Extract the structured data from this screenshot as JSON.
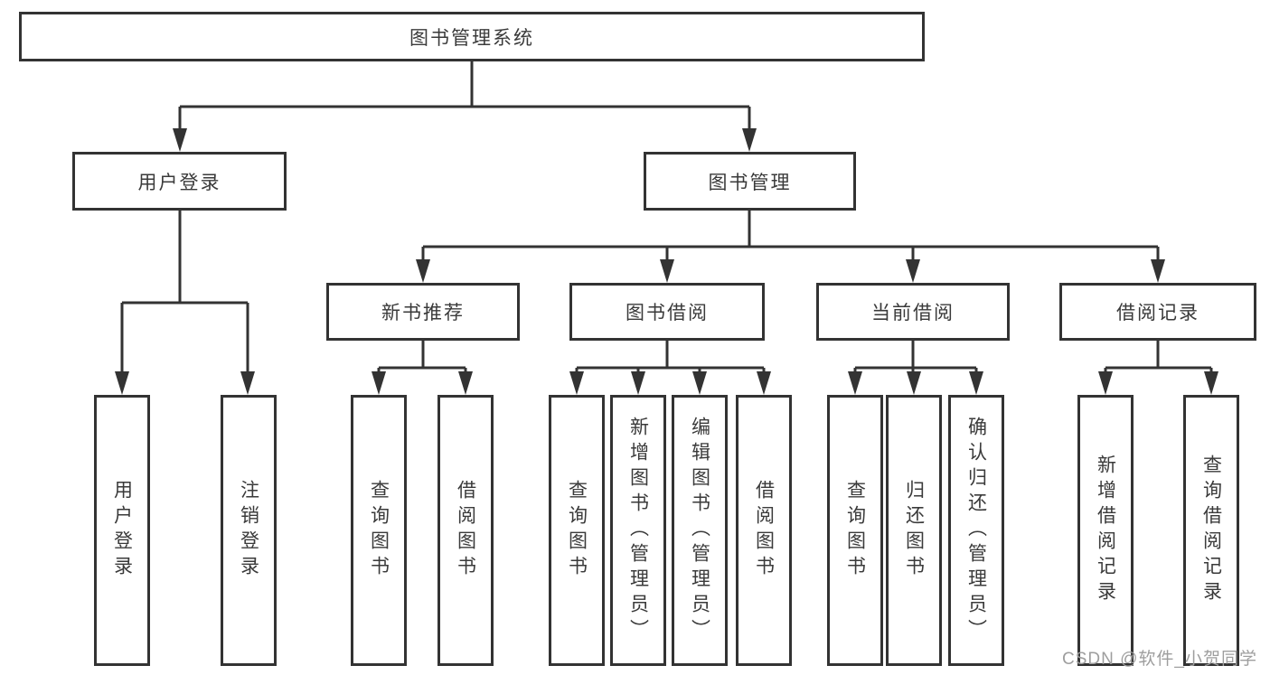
{
  "diagram_type": "hierarchy-structure-chart",
  "tree": {
    "label": "图书管理系统",
    "children": [
      {
        "label": "用户登录",
        "children": [
          {
            "label": "用户登录"
          },
          {
            "label": "注销登录"
          }
        ]
      },
      {
        "label": "图书管理",
        "children": [
          {
            "label": "新书推荐",
            "children": [
              {
                "label": "查询图书"
              },
              {
                "label": "借阅图书"
              }
            ]
          },
          {
            "label": "图书借阅",
            "children": [
              {
                "label": "查询图书"
              },
              {
                "label": "新增图书（管理员）"
              },
              {
                "label": "编辑图书（管理员）"
              },
              {
                "label": "借阅图书"
              }
            ]
          },
          {
            "label": "当前借阅",
            "children": [
              {
                "label": "查询图书"
              },
              {
                "label": "归还图书"
              },
              {
                "label": "确认归还（管理员）"
              }
            ]
          },
          {
            "label": "借阅记录",
            "children": [
              {
                "label": "新增借阅记录"
              },
              {
                "label": "查询借阅记录"
              }
            ]
          }
        ]
      }
    ]
  },
  "watermark": "CSDN @软件_小贺同学",
  "colors": {
    "line": "#333333",
    "box_border": "#333333",
    "box_fill": "#ffffff",
    "text": "#3a3a3a",
    "background": "#ffffff",
    "watermark": "#9e9e9e"
  }
}
